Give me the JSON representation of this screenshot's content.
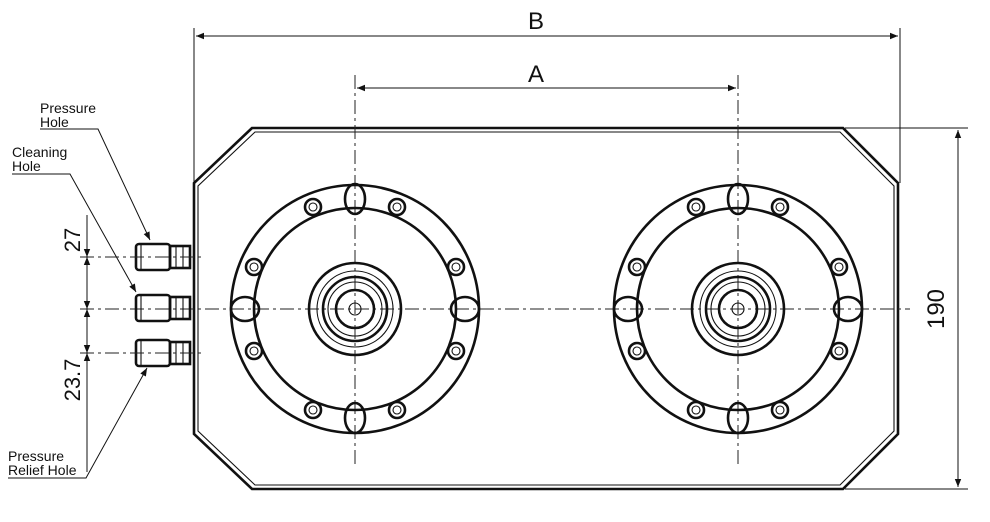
{
  "dimensions": {
    "B": "B",
    "A": "A",
    "height": "190",
    "spacing_top": "27",
    "spacing_bottom": "23.7"
  },
  "callouts": {
    "pressure_hole": [
      "Pressure",
      "Hole"
    ],
    "cleaning_hole": [
      "Cleaning",
      "Hole"
    ],
    "pressure_relief_hole": [
      "Pressure",
      "Relief Hole"
    ]
  }
}
